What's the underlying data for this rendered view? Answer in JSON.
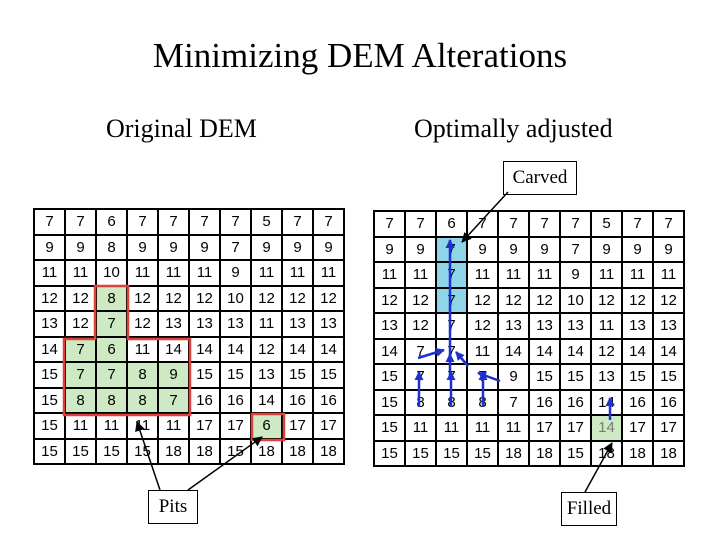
{
  "title": "Minimizing DEM Alterations",
  "left_panel": {
    "subtitle": "Original DEM",
    "grid": [
      [
        7,
        7,
        6,
        7,
        7,
        7,
        7,
        5,
        7,
        7
      ],
      [
        9,
        9,
        8,
        9,
        9,
        9,
        7,
        9,
        9,
        9
      ],
      [
        11,
        11,
        10,
        11,
        11,
        11,
        9,
        11,
        11,
        11
      ],
      [
        12,
        12,
        8,
        12,
        12,
        12,
        10,
        12,
        12,
        12
      ],
      [
        13,
        12,
        7,
        12,
        13,
        13,
        13,
        11,
        13,
        13
      ],
      [
        14,
        7,
        6,
        11,
        14,
        14,
        14,
        12,
        14,
        14
      ],
      [
        15,
        7,
        7,
        8,
        9,
        15,
        15,
        13,
        15,
        15
      ],
      [
        15,
        8,
        8,
        8,
        7,
        16,
        16,
        14,
        16,
        16
      ],
      [
        15,
        11,
        11,
        11,
        11,
        17,
        17,
        6,
        17,
        17
      ],
      [
        15,
        15,
        15,
        15,
        18,
        18,
        15,
        18,
        18,
        18
      ]
    ],
    "green_cells": [
      [
        3,
        2
      ],
      [
        4,
        2
      ],
      [
        5,
        1
      ],
      [
        5,
        2
      ],
      [
        6,
        1
      ],
      [
        6,
        2
      ],
      [
        6,
        3
      ],
      [
        6,
        4
      ],
      [
        7,
        1
      ],
      [
        7,
        2
      ],
      [
        7,
        3
      ],
      [
        7,
        4
      ],
      [
        8,
        7
      ]
    ],
    "callout_label": "Pits"
  },
  "right_panel": {
    "subtitle": "Optimally adjusted",
    "grid": [
      [
        7,
        7,
        6,
        7,
        7,
        7,
        7,
        5,
        7,
        7
      ],
      [
        9,
        9,
        7,
        9,
        9,
        9,
        7,
        9,
        9,
        9
      ],
      [
        11,
        11,
        7,
        11,
        11,
        11,
        9,
        11,
        11,
        11
      ],
      [
        12,
        12,
        7,
        12,
        12,
        12,
        10,
        12,
        12,
        12
      ],
      [
        13,
        12,
        7,
        12,
        13,
        13,
        13,
        11,
        13,
        13
      ],
      [
        14,
        7,
        7,
        11,
        14,
        14,
        14,
        12,
        14,
        14
      ],
      [
        15,
        7,
        7,
        7,
        9,
        15,
        15,
        13,
        15,
        15
      ],
      [
        15,
        8,
        8,
        8,
        7,
        16,
        16,
        14,
        16,
        16
      ],
      [
        15,
        11,
        11,
        11,
        11,
        17,
        17,
        14,
        17,
        17
      ],
      [
        15,
        15,
        15,
        15,
        18,
        18,
        15,
        18,
        18,
        18
      ]
    ],
    "blue_cells": [
      [
        1,
        2
      ],
      [
        2,
        2
      ],
      [
        3,
        2
      ]
    ],
    "green_cells": [
      [
        8,
        7
      ]
    ],
    "faint_cells": [
      [
        8,
        7
      ]
    ],
    "callout_carved": "Carved",
    "callout_filled": "Filled"
  },
  "colors": {
    "green_highlight": "#cdeac4",
    "blue_highlight": "#8ed5ea",
    "pit_outline": "#e0403a",
    "flow_arrow": "#1f2fd0"
  }
}
